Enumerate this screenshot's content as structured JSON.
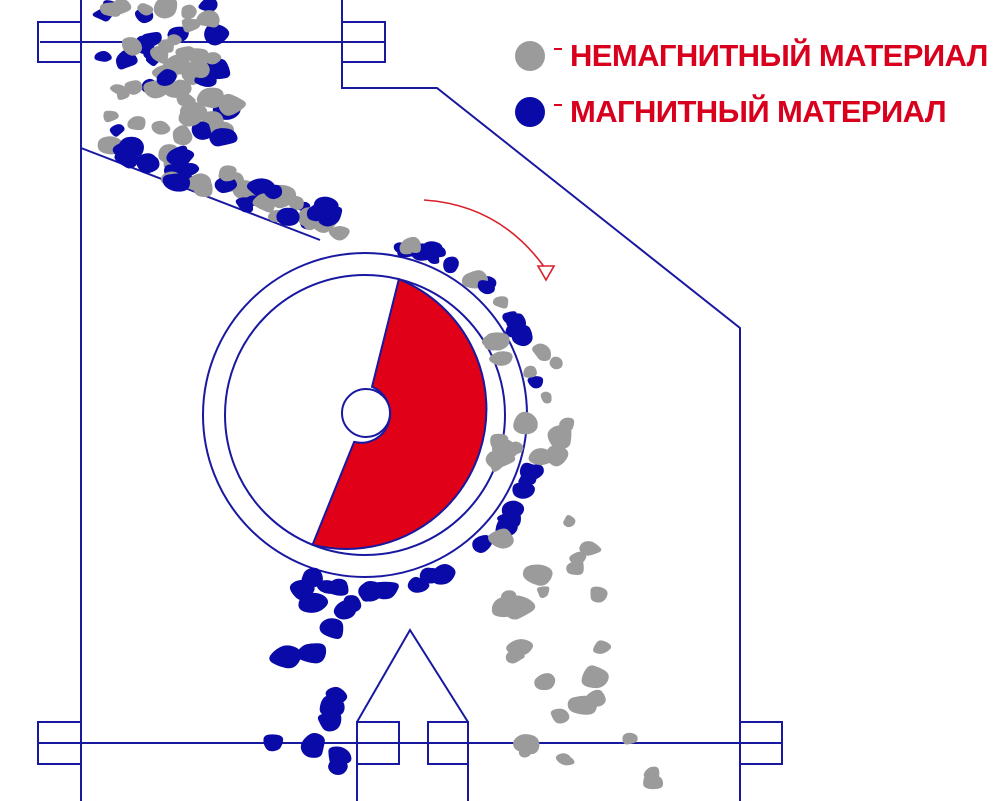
{
  "legend": {
    "items": [
      {
        "key": "nonmagnetic",
        "label": "НЕМАГНИТНЫЙ МАТЕРИАЛ",
        "color": "#9b9b9b"
      },
      {
        "key": "magnetic",
        "label": "МАГНИТНЫЙ МАТЕРИАЛ",
        "color": "#0a0aa8"
      }
    ],
    "text_color": "#d8001c"
  },
  "colors": {
    "frame": "#1818a0",
    "magnet": "#e00018",
    "arrow": "#d8202a"
  }
}
